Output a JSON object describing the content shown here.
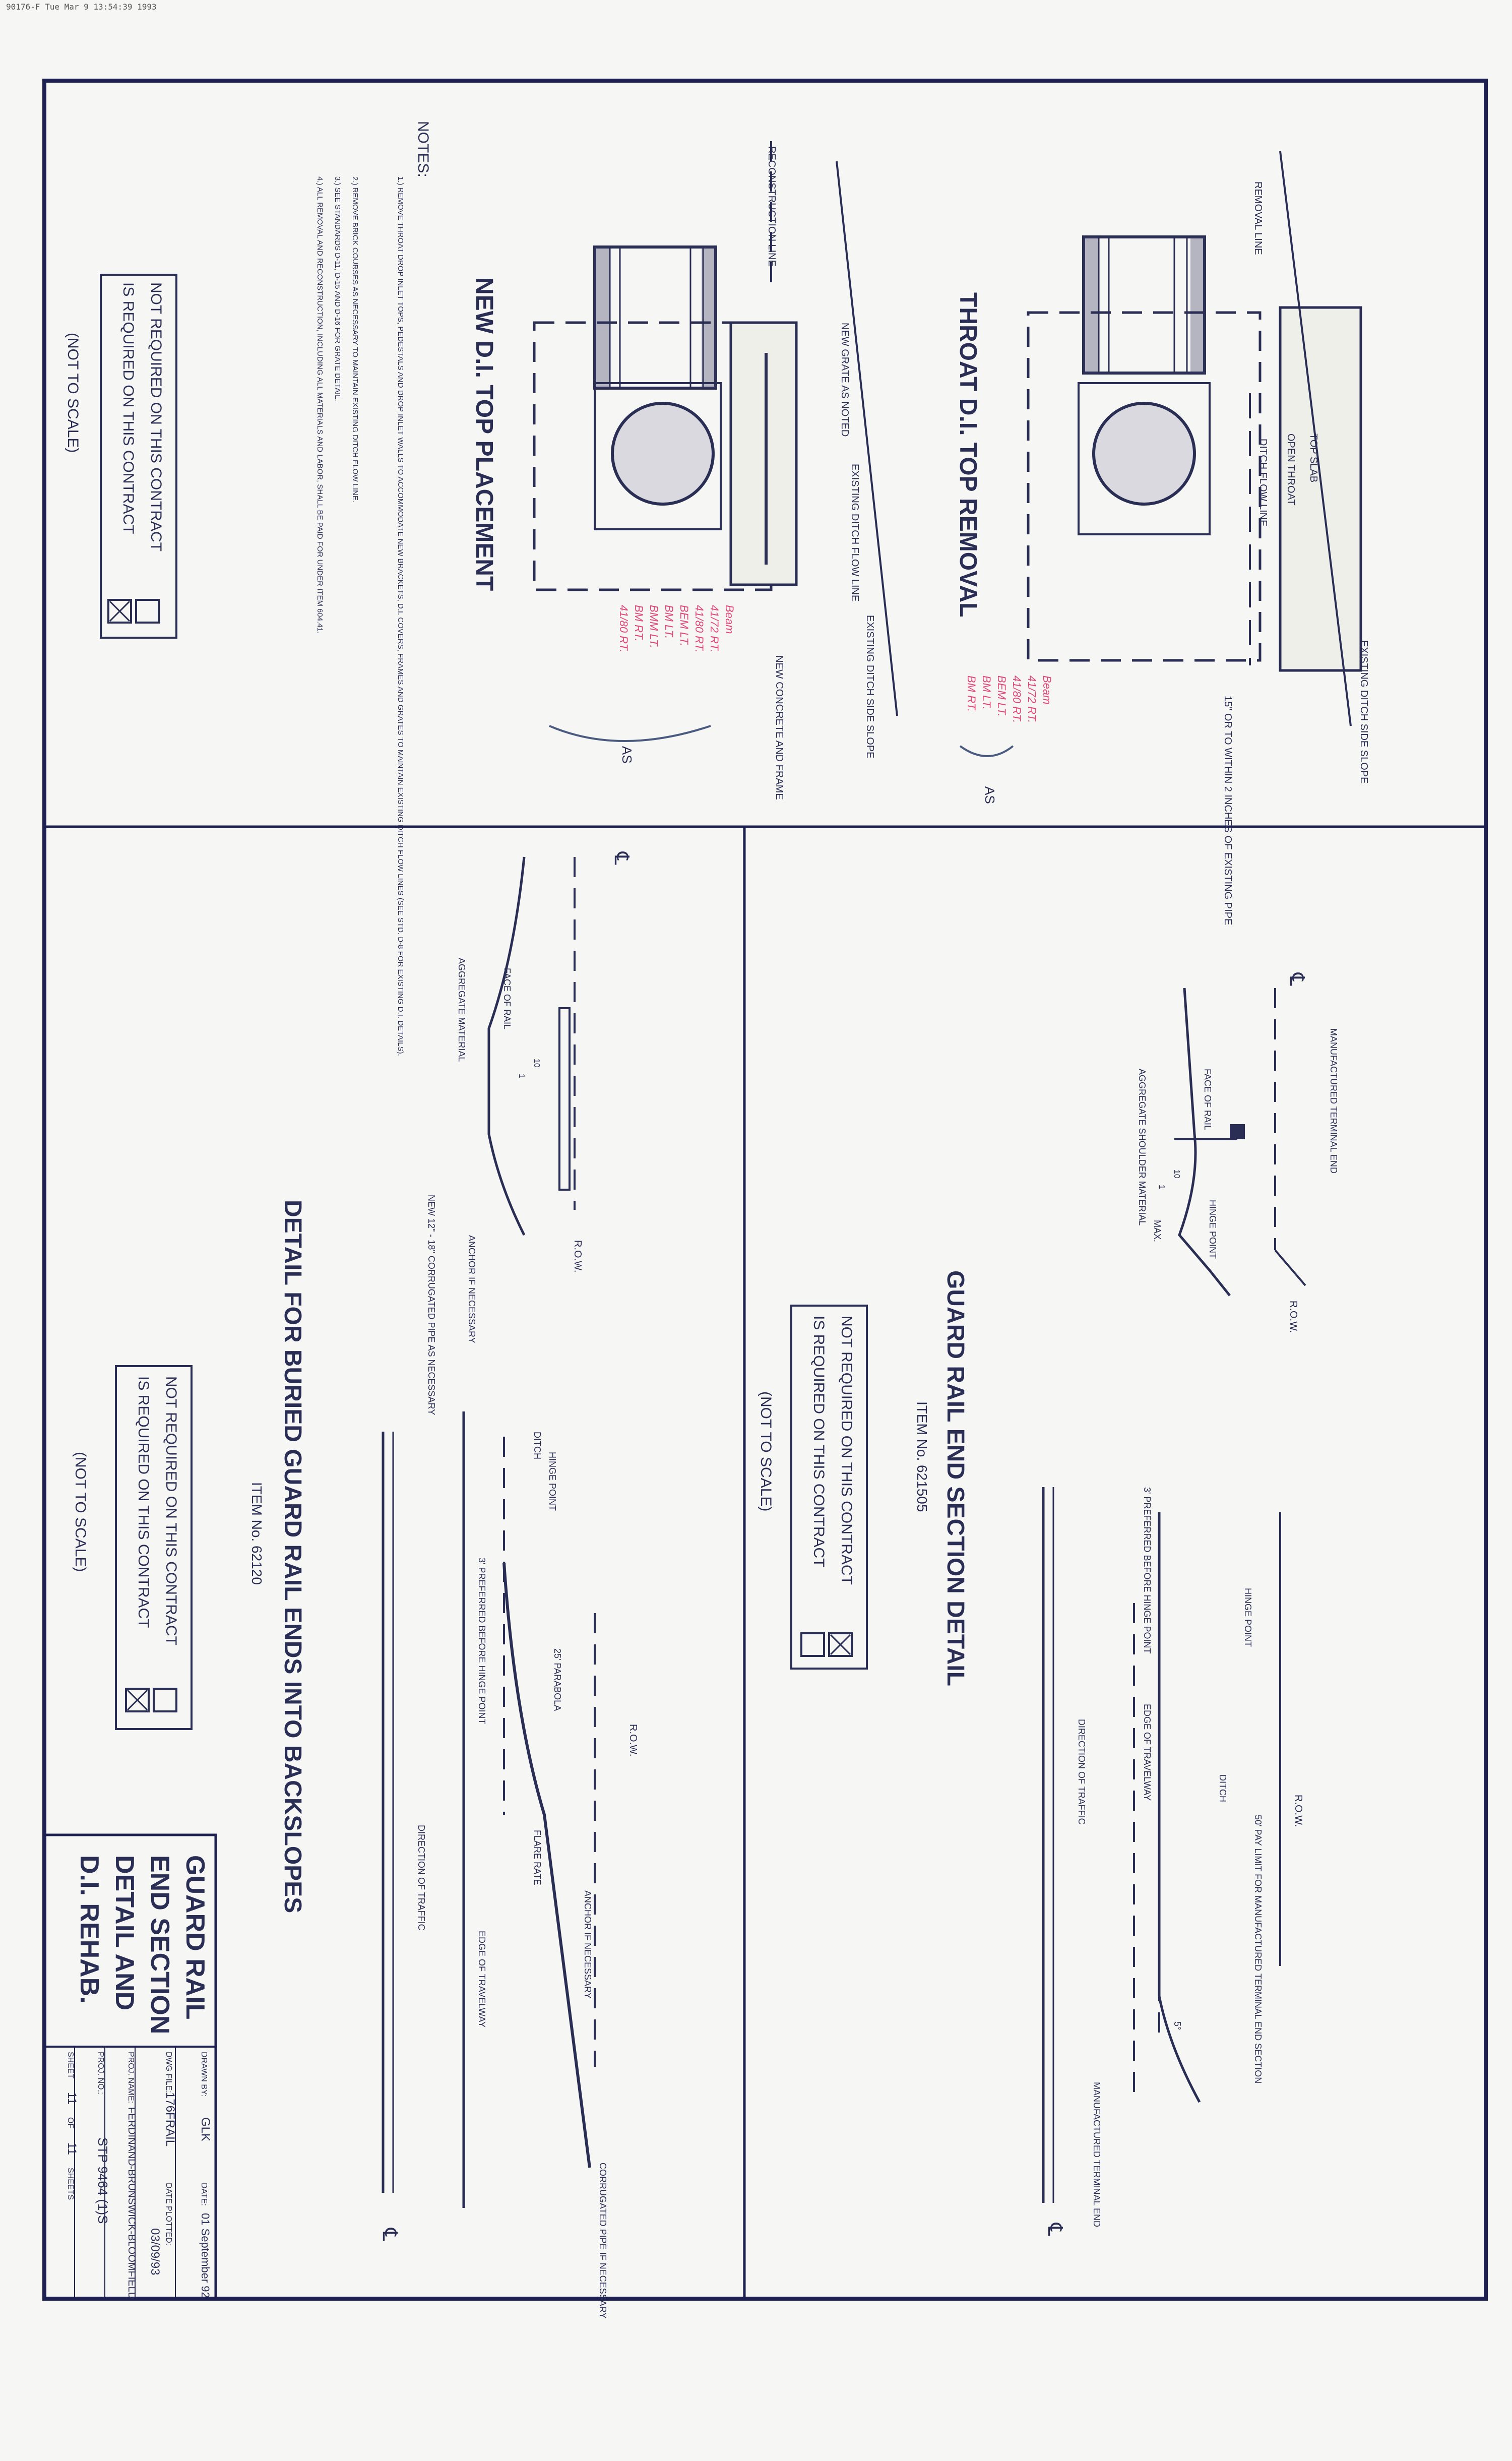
{
  "header": {
    "stamp": "90176-F  Tue Mar  9 13:54:39 1993"
  },
  "throat_removal": {
    "title": "THROAT D.I. TOP REMOVAL",
    "labels": {
      "removal_line": "REMOVAL LINE",
      "top_slab": "TOP SLAB",
      "open_throat": "OPEN THROAT",
      "ditch_flow_line": "DITCH FLOW LINE",
      "existing_ditch_side_slope": "EXISTING DITCH SIDE SLOPE",
      "depth_note": "15\" OR TO WITHIN 2 INCHES OF EXISTING PIPE"
    }
  },
  "new_placement": {
    "title": "NEW D.I. TOP PLACEMENT",
    "labels": {
      "reconstruction_line": "RECONSTRUCTION LINE",
      "new_grate": "NEW GRATE AS NOTED",
      "existing_ditch_flow_line": "EXISTING DITCH FLOW LINE",
      "existing_ditch_side_slope": "EXISTING DITCH SIDE SLOPE",
      "new_concrete": "NEW CONCRETE AND FRAME"
    }
  },
  "notes": {
    "heading": "NOTES:",
    "items": [
      "1.) REMOVE THROAT DROP INLET TOPS, PEDESTALS AND DROP INLET WALLS TO ACCOMMODATE NEW BRACKETS, D.I. COVERS, FRAMES AND GRATES TO MAINTAIN EXISTING DITCH FLOW LINES (SEE STD. D-8 FOR EXISTING D.I. DETAILS).",
      "2.) REMOVE BRICK COURSES AS NECESSARY TO MAINTAIN EXISTING DITCH FLOW LINE.",
      "3.) SEE STANDARDS D-11, D-15 AND D-16 FOR GRATE DETAIL.",
      "4.) ALL REMOVAL AND RECONSTRUCTION, INCLUDING ALL MATERIALS AND LABOR, SHALL BE PAID FOR UNDER ITEM 604.41."
    ]
  },
  "contract_box": {
    "line1": "NOT REQUIRED ON THIS CONTRACT",
    "line2": "IS REQUIRED ON THIS CONTRACT",
    "not_to_scale": "(NOT TO SCALE)"
  },
  "guard_rail_end": {
    "title": "GUARD RAIL END SECTION DETAIL",
    "item": "ITEM No. 621505",
    "labels": {
      "manufactured_terminal_end": "MANUFACTURED TERMINAL END",
      "face_of_rail": "FACE OF RAIL",
      "aggregate_shoulder": "AGGREGATE SHOULDER MATERIAL",
      "hinge_point": "HINGE POINT",
      "max": "MAX.",
      "row": "R.O.W.",
      "preferred": "3' PREFERRED BEFORE HINGE POINT",
      "ditch": "DITCH",
      "pay_limit": "50' PAY LIMIT FOR MANUFACTURED TERMINAL END SECTION",
      "edge_of_travelway": "EDGE OF TRAVELWAY",
      "direction_of_traffic": "DIRECTION OF TRAFFIC",
      "slope_10": "10",
      "slope_1": "1",
      "angle": "5°"
    }
  },
  "buried_detail": {
    "title": "DETAIL FOR BURIED GUARD RAIL ENDS INTO BACKSLOPES",
    "item": "ITEM No. 62120",
    "labels": {
      "face_of_rail": "FACE OF RAIL",
      "aggregate_material": "AGGREGATE MATERIAL",
      "anchor": "ANCHOR IF NECESSARY",
      "new_pipe": "NEW 12\" - 18\" CORRUGATED PIPE AS NECESSARY",
      "row": "R.O.W.",
      "hinge_point": "HINGE POINT",
      "ditch": "DITCH",
      "preferred": "3' PREFERRED BEFORE HINGE POINT",
      "parabola": "25' PARABOLA",
      "flare_rate": "FLARE RATE",
      "anchor2": "ANCHOR IF NECESSARY",
      "edge_of_travelway": "EDGE OF TRAVELWAY",
      "direction_of_traffic": "DIRECTION OF TRAFFIC",
      "corrugated_pipe": "CORRUGATED PIPE IF NECESSARY",
      "slope_10": "10",
      "slope_1": "1"
    }
  },
  "title_block": {
    "title_lines": [
      "GUARD RAIL",
      "END SECTION",
      "DETAIL AND",
      "D.I. REHAB."
    ],
    "drawn_by_label": "DRAWN BY:",
    "drawn_by": "GLK",
    "date_label": "DATE:",
    "date": "01 September 92",
    "dwg_file_label": "DWG FILE:",
    "dwg_file": "176FRAIL",
    "date_plotted_label": "DATE PLOTTED:",
    "date_plotted": "03/09/93",
    "proj_name_label": "PROJ. NAME:",
    "proj_name": "FERDINAND-BRUNSWICK-BLOOMFIELD",
    "proj_no_label": "PROJ. NO.:",
    "proj_no": "STP 9464 (1)S",
    "sheet_label": "SHEET",
    "sheet": "11",
    "of_label": "OF",
    "sheets_total": "11",
    "sheets_label": "SHEETS"
  },
  "annotations": {
    "throat": [
      "Beam",
      "41/72  RT.",
      "41/80  RT.",
      "BEM  LT.",
      "BM  LT.",
      "BM  RT."
    ],
    "placement": [
      "Beam",
      "41/72  RT.",
      "41/80  RT.",
      "BEM  LT.",
      "BM  LT.",
      "BMM  LT.",
      "BM  RT.",
      "41/80  RT."
    ],
    "marker": "AS"
  },
  "centerline_symbol": "℄"
}
